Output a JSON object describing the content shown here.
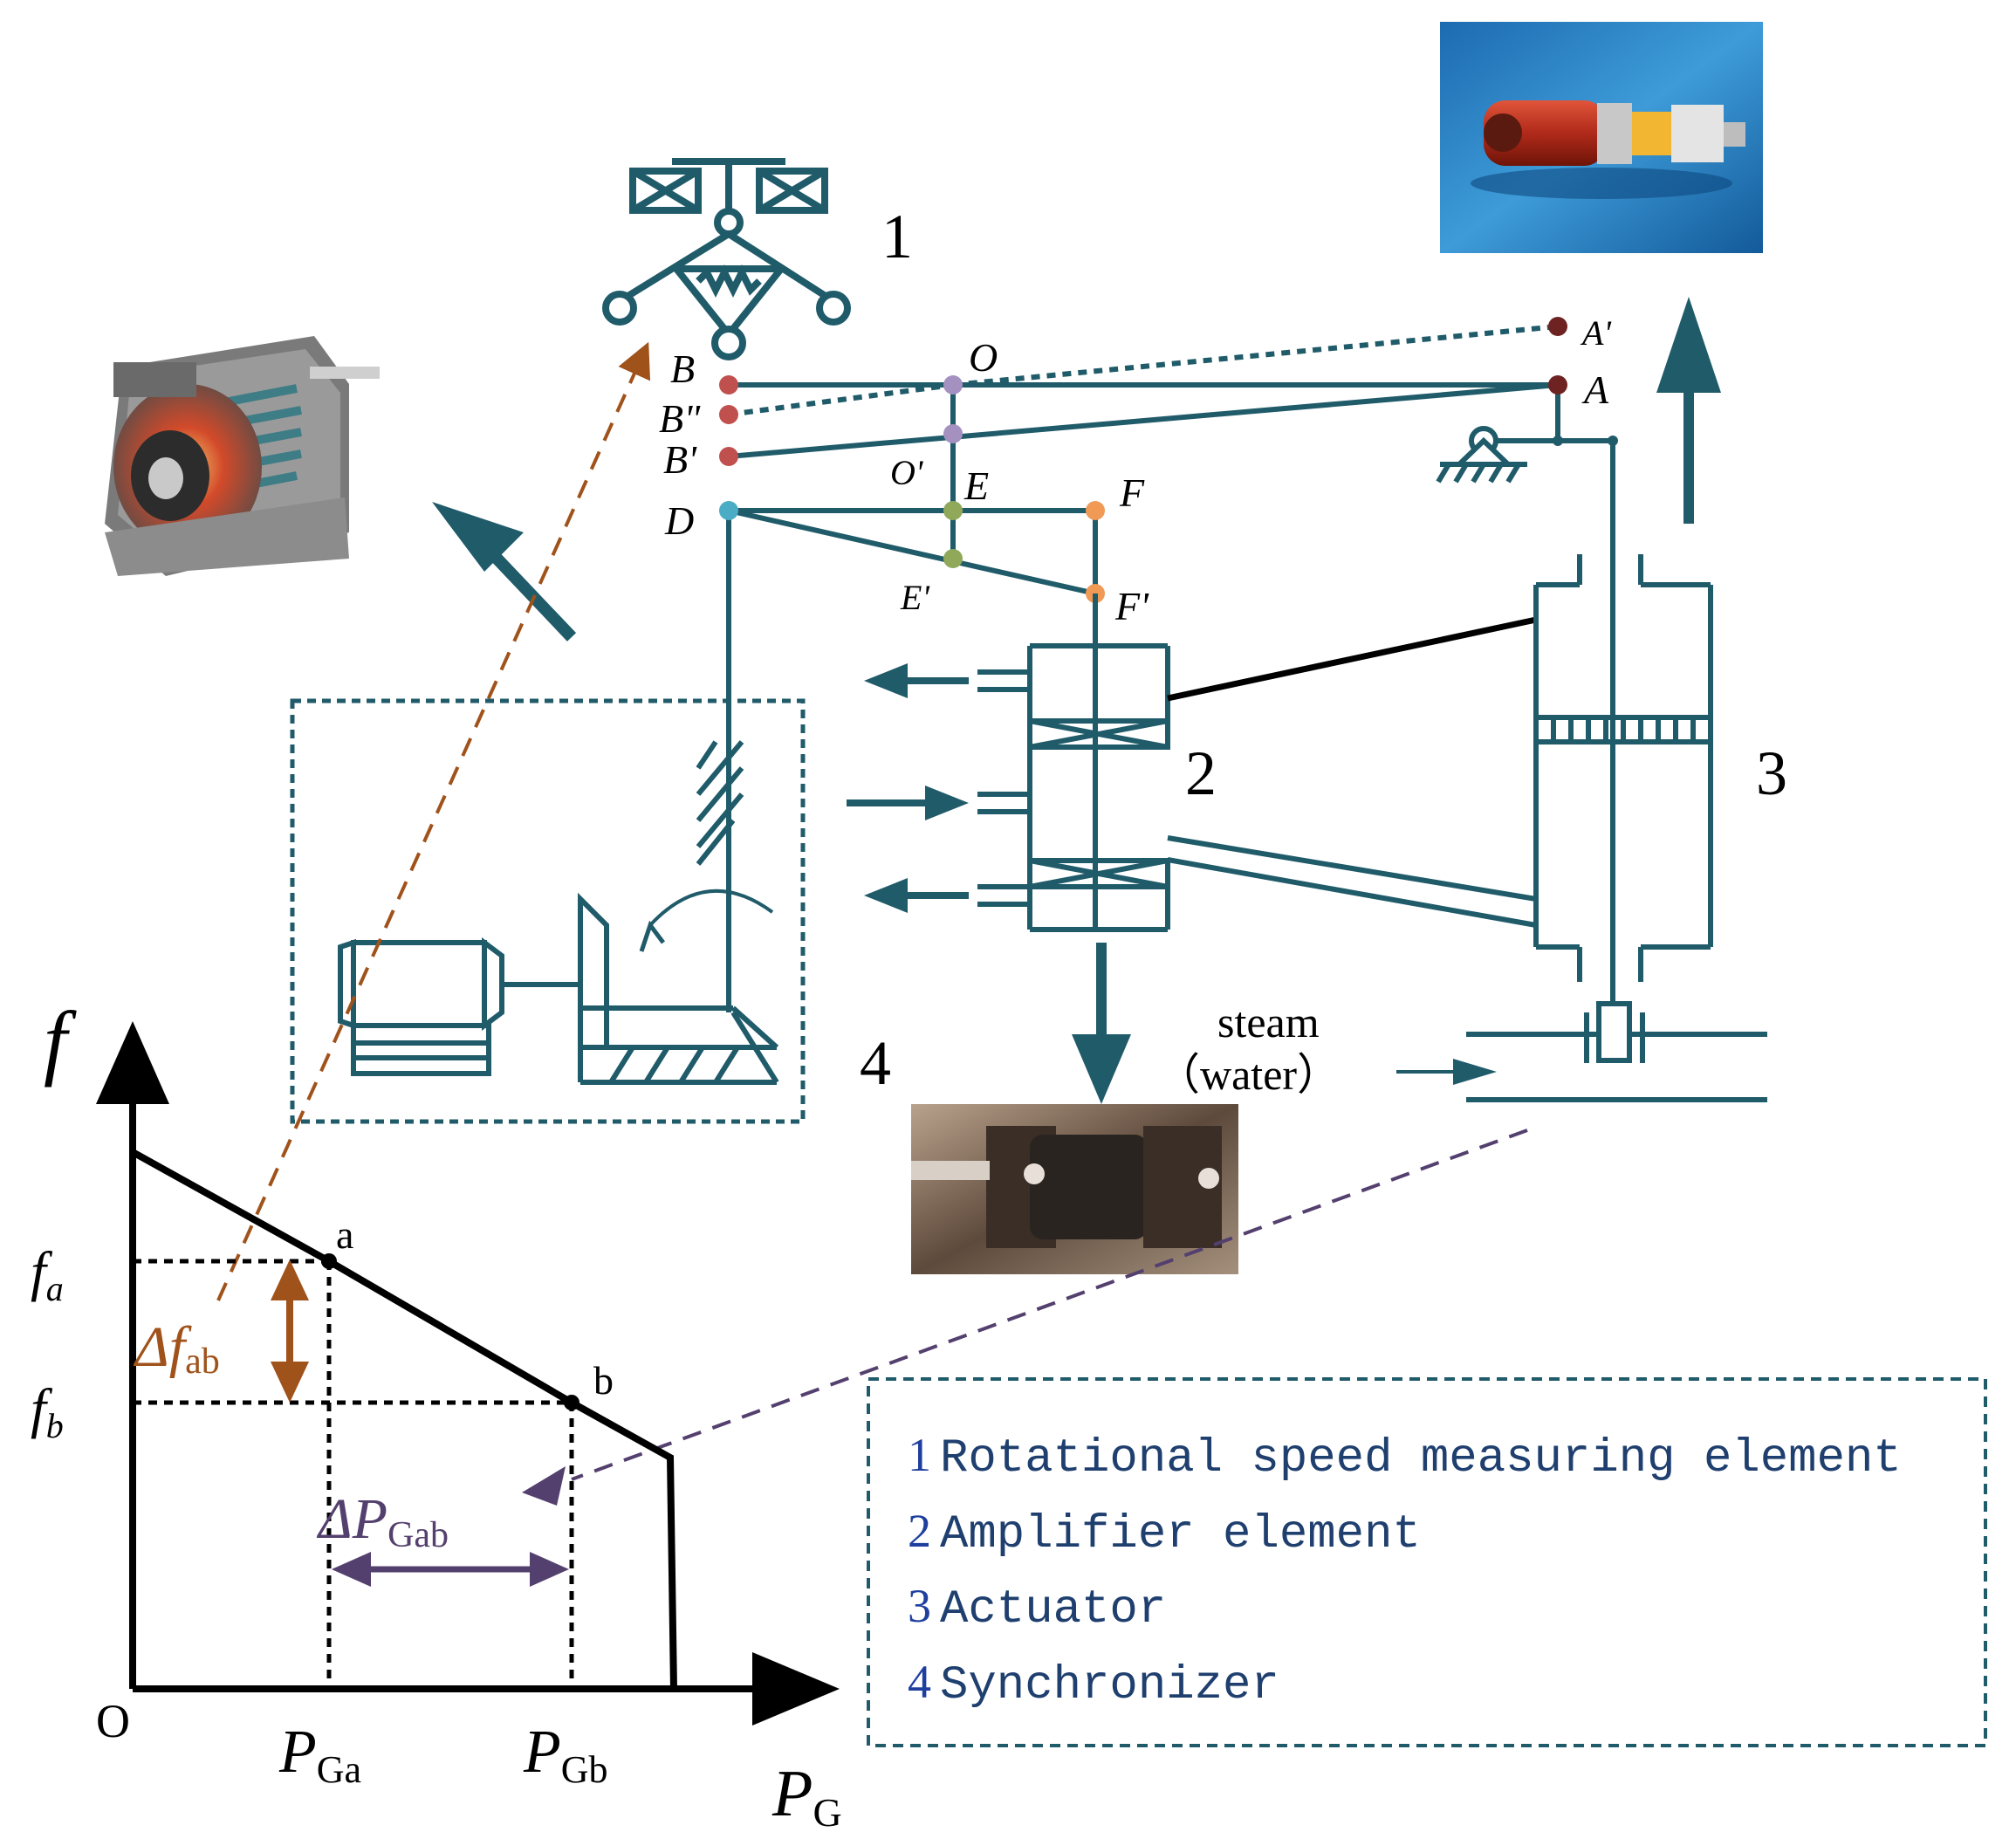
{
  "colors": {
    "mechanism": "#205B6A",
    "curve": "#000000",
    "brown": "#A0521B",
    "purple": "#54406E",
    "legend_text": "#1F3F6F",
    "legend_num": "#1F3F9F",
    "point_red": "#C0504D",
    "point_dark": "#6E2222",
    "point_lilac": "#A491C0",
    "point_green": "#8FA85A",
    "point_orange": "#F09A55",
    "point_cyan": "#4BACC6"
  },
  "mechanism": {
    "labels": {
      "n1": "1",
      "n2": "2",
      "n3": "3",
      "n4": "4",
      "B": "B",
      "B2": "B\"",
      "B1": "B'",
      "D": "D",
      "O": "O",
      "O1": "O'",
      "E": "E",
      "E1": "E'",
      "F": "F",
      "F1": "F'",
      "A": "A",
      "A1": "A'"
    },
    "steam_label": "steam",
    "water_label": "（water）"
  },
  "chart": {
    "f_axis": "f",
    "pg_axis": "P",
    "pg_sub": "G",
    "origin": "O",
    "fa": "f",
    "fa_sub": "a",
    "fb": "f",
    "fb_sub": "b",
    "point_a": "a",
    "point_b": "b",
    "pga": "P",
    "pga_sub": "Ga",
    "pgb": "P",
    "pgb_sub": "Gb",
    "dfab": "Δf",
    "dfab_sub": "ab",
    "dpgab": "ΔP",
    "dpgab_sub": "Gab"
  },
  "legend": {
    "items": [
      {
        "num": "1",
        "text": "Rotational speed measuring element"
      },
      {
        "num": "2",
        "text": "Amplifier element"
      },
      {
        "num": "3",
        "text": "Actuator"
      },
      {
        "num": "4",
        "text": "Synchronizer"
      }
    ]
  },
  "icons": {
    "motor": "electric-motor-cutaway-icon",
    "servo": "red-servomotor-icon",
    "sync": "synchronizer-device-icon"
  }
}
